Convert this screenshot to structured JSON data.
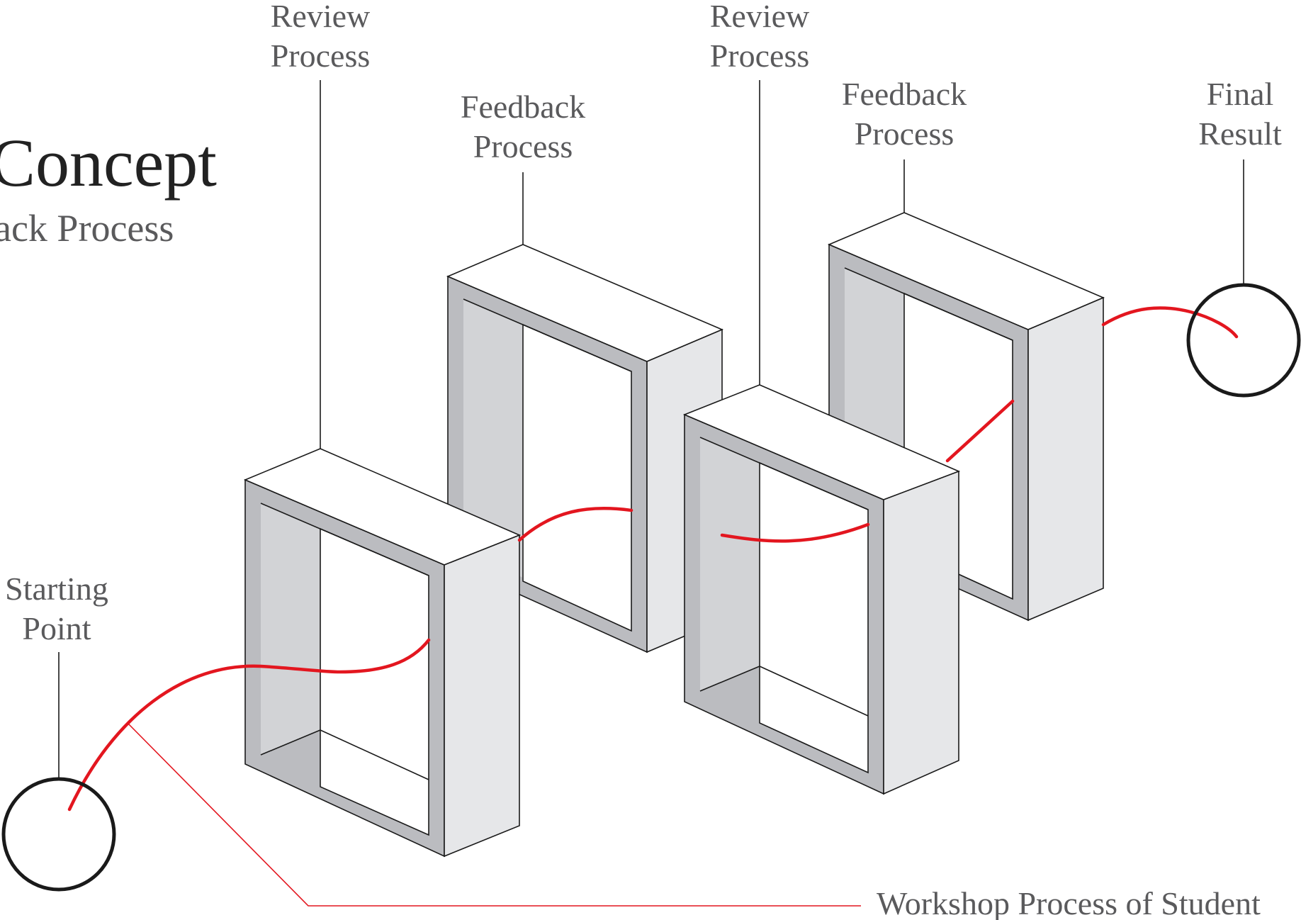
{
  "title": "Concept",
  "subtitle": "ack Process",
  "labels": {
    "review_1": [
      "Review",
      "Process"
    ],
    "feedback_1": [
      "Feedback",
      "Process"
    ],
    "review_2": [
      "Review",
      "Process"
    ],
    "feedback_2": [
      "Feedback",
      "Process"
    ],
    "final": [
      "Final",
      "Result"
    ],
    "start": [
      "Starting",
      "Point"
    ],
    "workshop": "Workshop Process of Student"
  },
  "colors": {
    "path": "#e3161f",
    "frame_front": "#bbbcc0",
    "frame_side": "#e6e7e9",
    "frame_inner": "#d2d3d6",
    "outline": "#1a1a1a",
    "label_text": "#5a5a5c"
  }
}
